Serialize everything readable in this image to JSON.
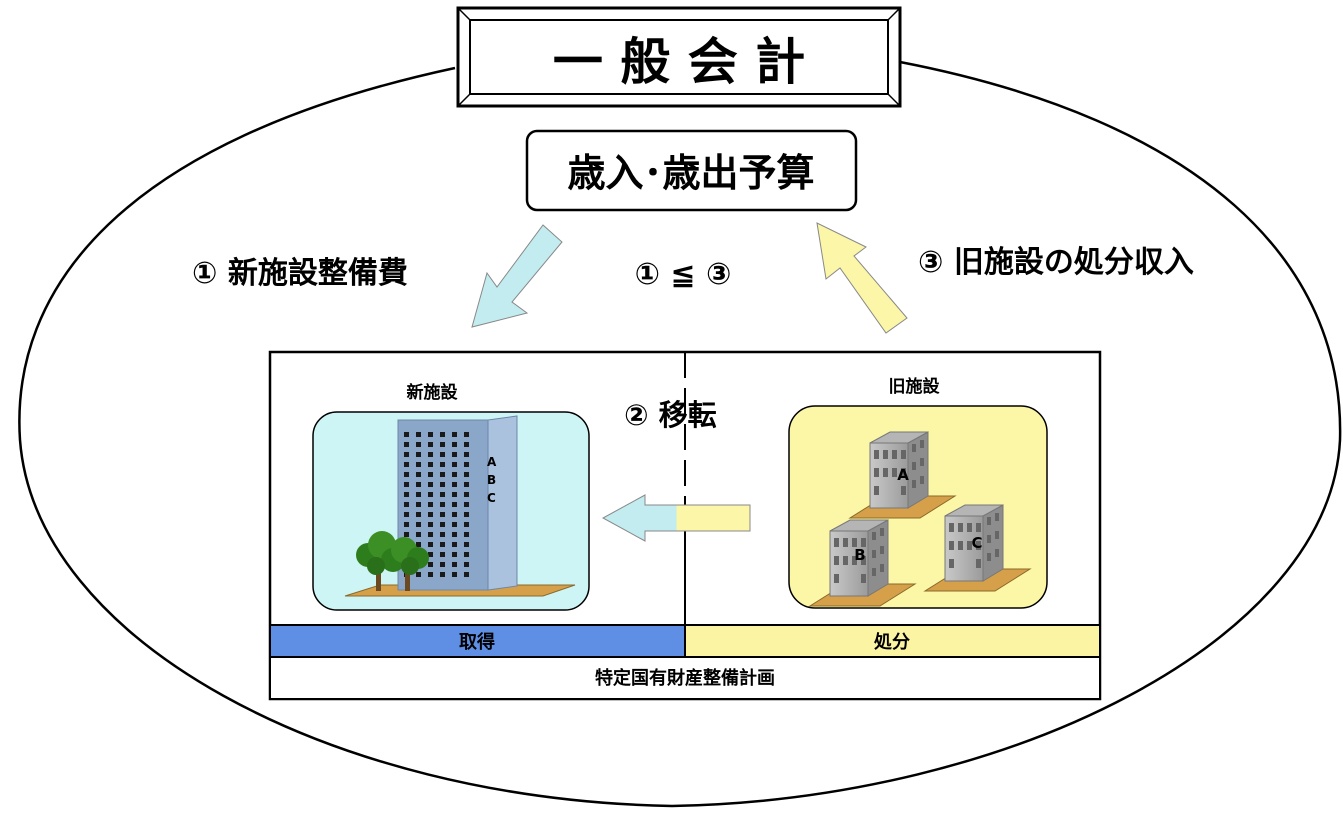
{
  "title": "一 般 会 計",
  "budget_box": "歳入･歳出予算",
  "flow_labels": {
    "new_facility_cost": "① 新施設整備費",
    "relation": "① ≦ ③",
    "old_facility_revenue": "③ 旧施設の処分収入",
    "relocation": "② 移転"
  },
  "panels": {
    "new_facility": {
      "caption": "新施設",
      "building_labels": [
        "A",
        "B",
        "C"
      ],
      "bar_label": "取得"
    },
    "old_facility": {
      "caption": "旧施設",
      "building_labels": [
        "A",
        "B",
        "C"
      ],
      "bar_label": "処分"
    },
    "plan_label": "特定国有財産整備計画"
  },
  "colors": {
    "new_fill": "#cef5f5",
    "old_fill": "#fcf7a6",
    "acquire_bar": "#5f8fe4",
    "dispose_bar": "#fbf4a3",
    "arrow_blue": "#c2ecef",
    "arrow_yellow": "#fbf6a8",
    "ground": "#d6a04a",
    "tower": "#8aa6c8"
  }
}
